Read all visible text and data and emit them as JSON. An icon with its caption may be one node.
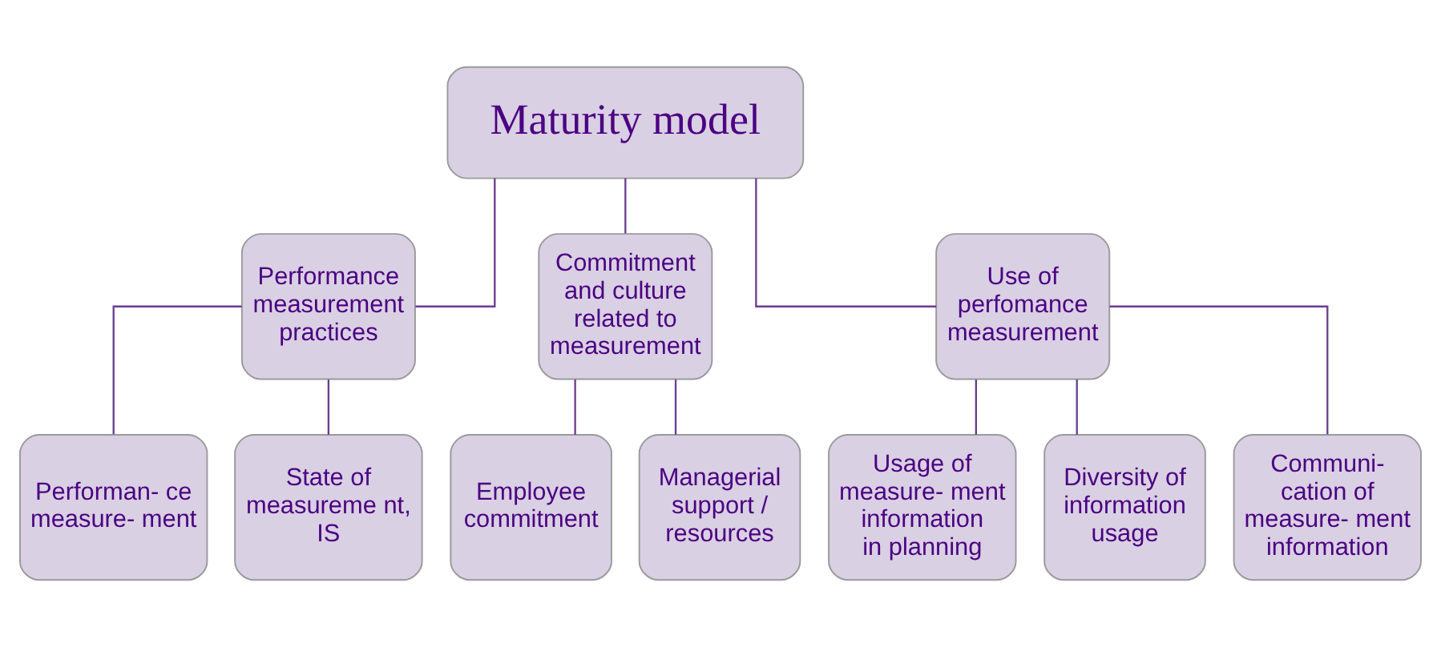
{
  "diagram": {
    "nodes": [
      {
        "text": [
          "Maturity model"
        ]
      },
      {
        "text": [
          "Performance measurement practices"
        ]
      },
      {
        "text": [
          "Commitment and culture related to measurement"
        ]
      },
      {
        "text": [
          "Use of perfomance measurement"
        ]
      },
      {
        "text": [
          "Performan- ce measure- ment"
        ]
      },
      {
        "text": [
          "State of measureme nt, IS"
        ]
      },
      {
        "text": [
          "Employee commitment"
        ]
      },
      {
        "text": [
          "Managerial support / resources"
        ]
      },
      {
        "text": [
          "Usage of measure- ment information in planning"
        ]
      },
      {
        "text": [
          "Diversity of information usage"
        ]
      },
      {
        "text": [
          "Communi- cation of measure- ment information"
        ]
      }
    ],
    "edges": [
      {
        "from": 0,
        "to": 1,
        "arrow": "none"
      },
      {
        "from": 0,
        "to": 2,
        "arrow": "none"
      },
      {
        "from": 0,
        "to": 3,
        "arrow": "none"
      },
      {
        "from": 1,
        "to": 4,
        "arrow": "none"
      },
      {
        "from": 1,
        "to": 5,
        "arrow": "none"
      },
      {
        "from": 2,
        "to": 6,
        "arrow": "none"
      },
      {
        "from": 2,
        "to": 7,
        "arrow": "none"
      },
      {
        "from": 3,
        "to": 8,
        "arrow": "none"
      },
      {
        "from": 3,
        "to": 9,
        "arrow": "none"
      },
      {
        "from": 3,
        "to": 10,
        "arrow": "none"
      }
    ]
  }
}
